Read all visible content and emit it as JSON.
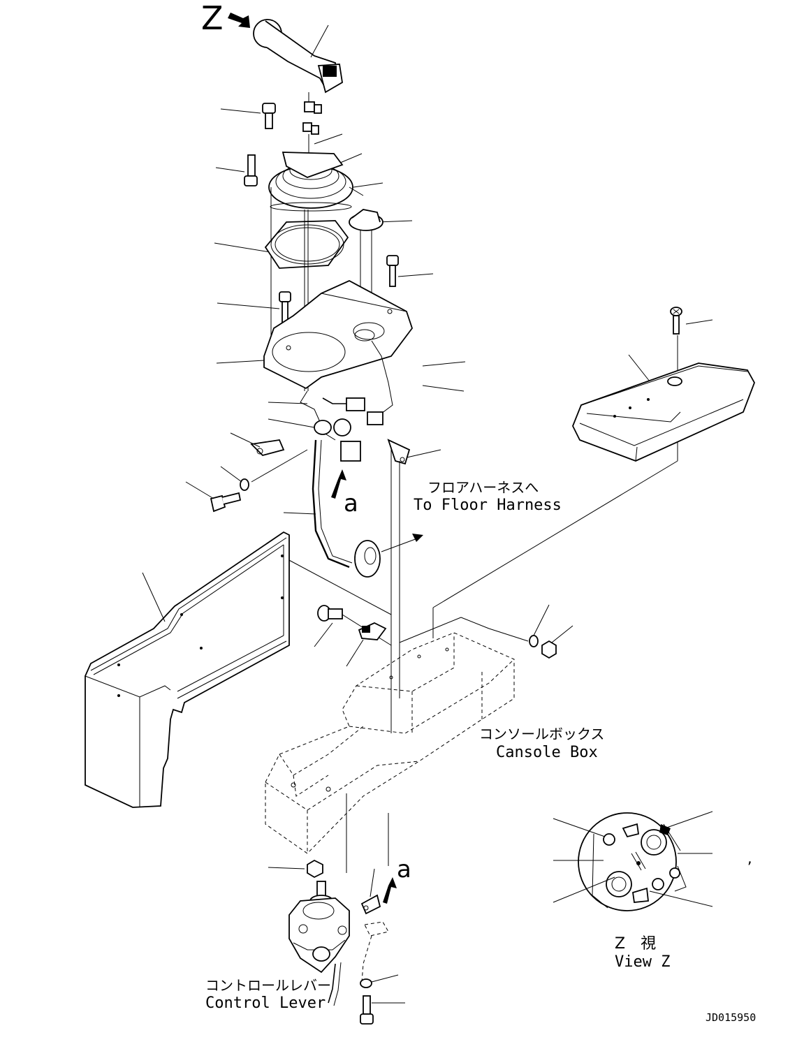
{
  "labels": {
    "view_marker": "Z",
    "detail_a_top": "a",
    "detail_a_bottom": "a",
    "floor_harness_jp": "フロアハーネスへ",
    "floor_harness_en": "To Floor Harness",
    "console_box_jp": "コンソールボックス",
    "console_box_en": "Cansole Box",
    "control_lever_jp": "コントロールレバー",
    "control_lever_en": "Control Lever",
    "view_z_jp": "Z　視",
    "view_z_en": "View Z",
    "stray_mark": ",",
    "drawing_id": "JD015950"
  }
}
